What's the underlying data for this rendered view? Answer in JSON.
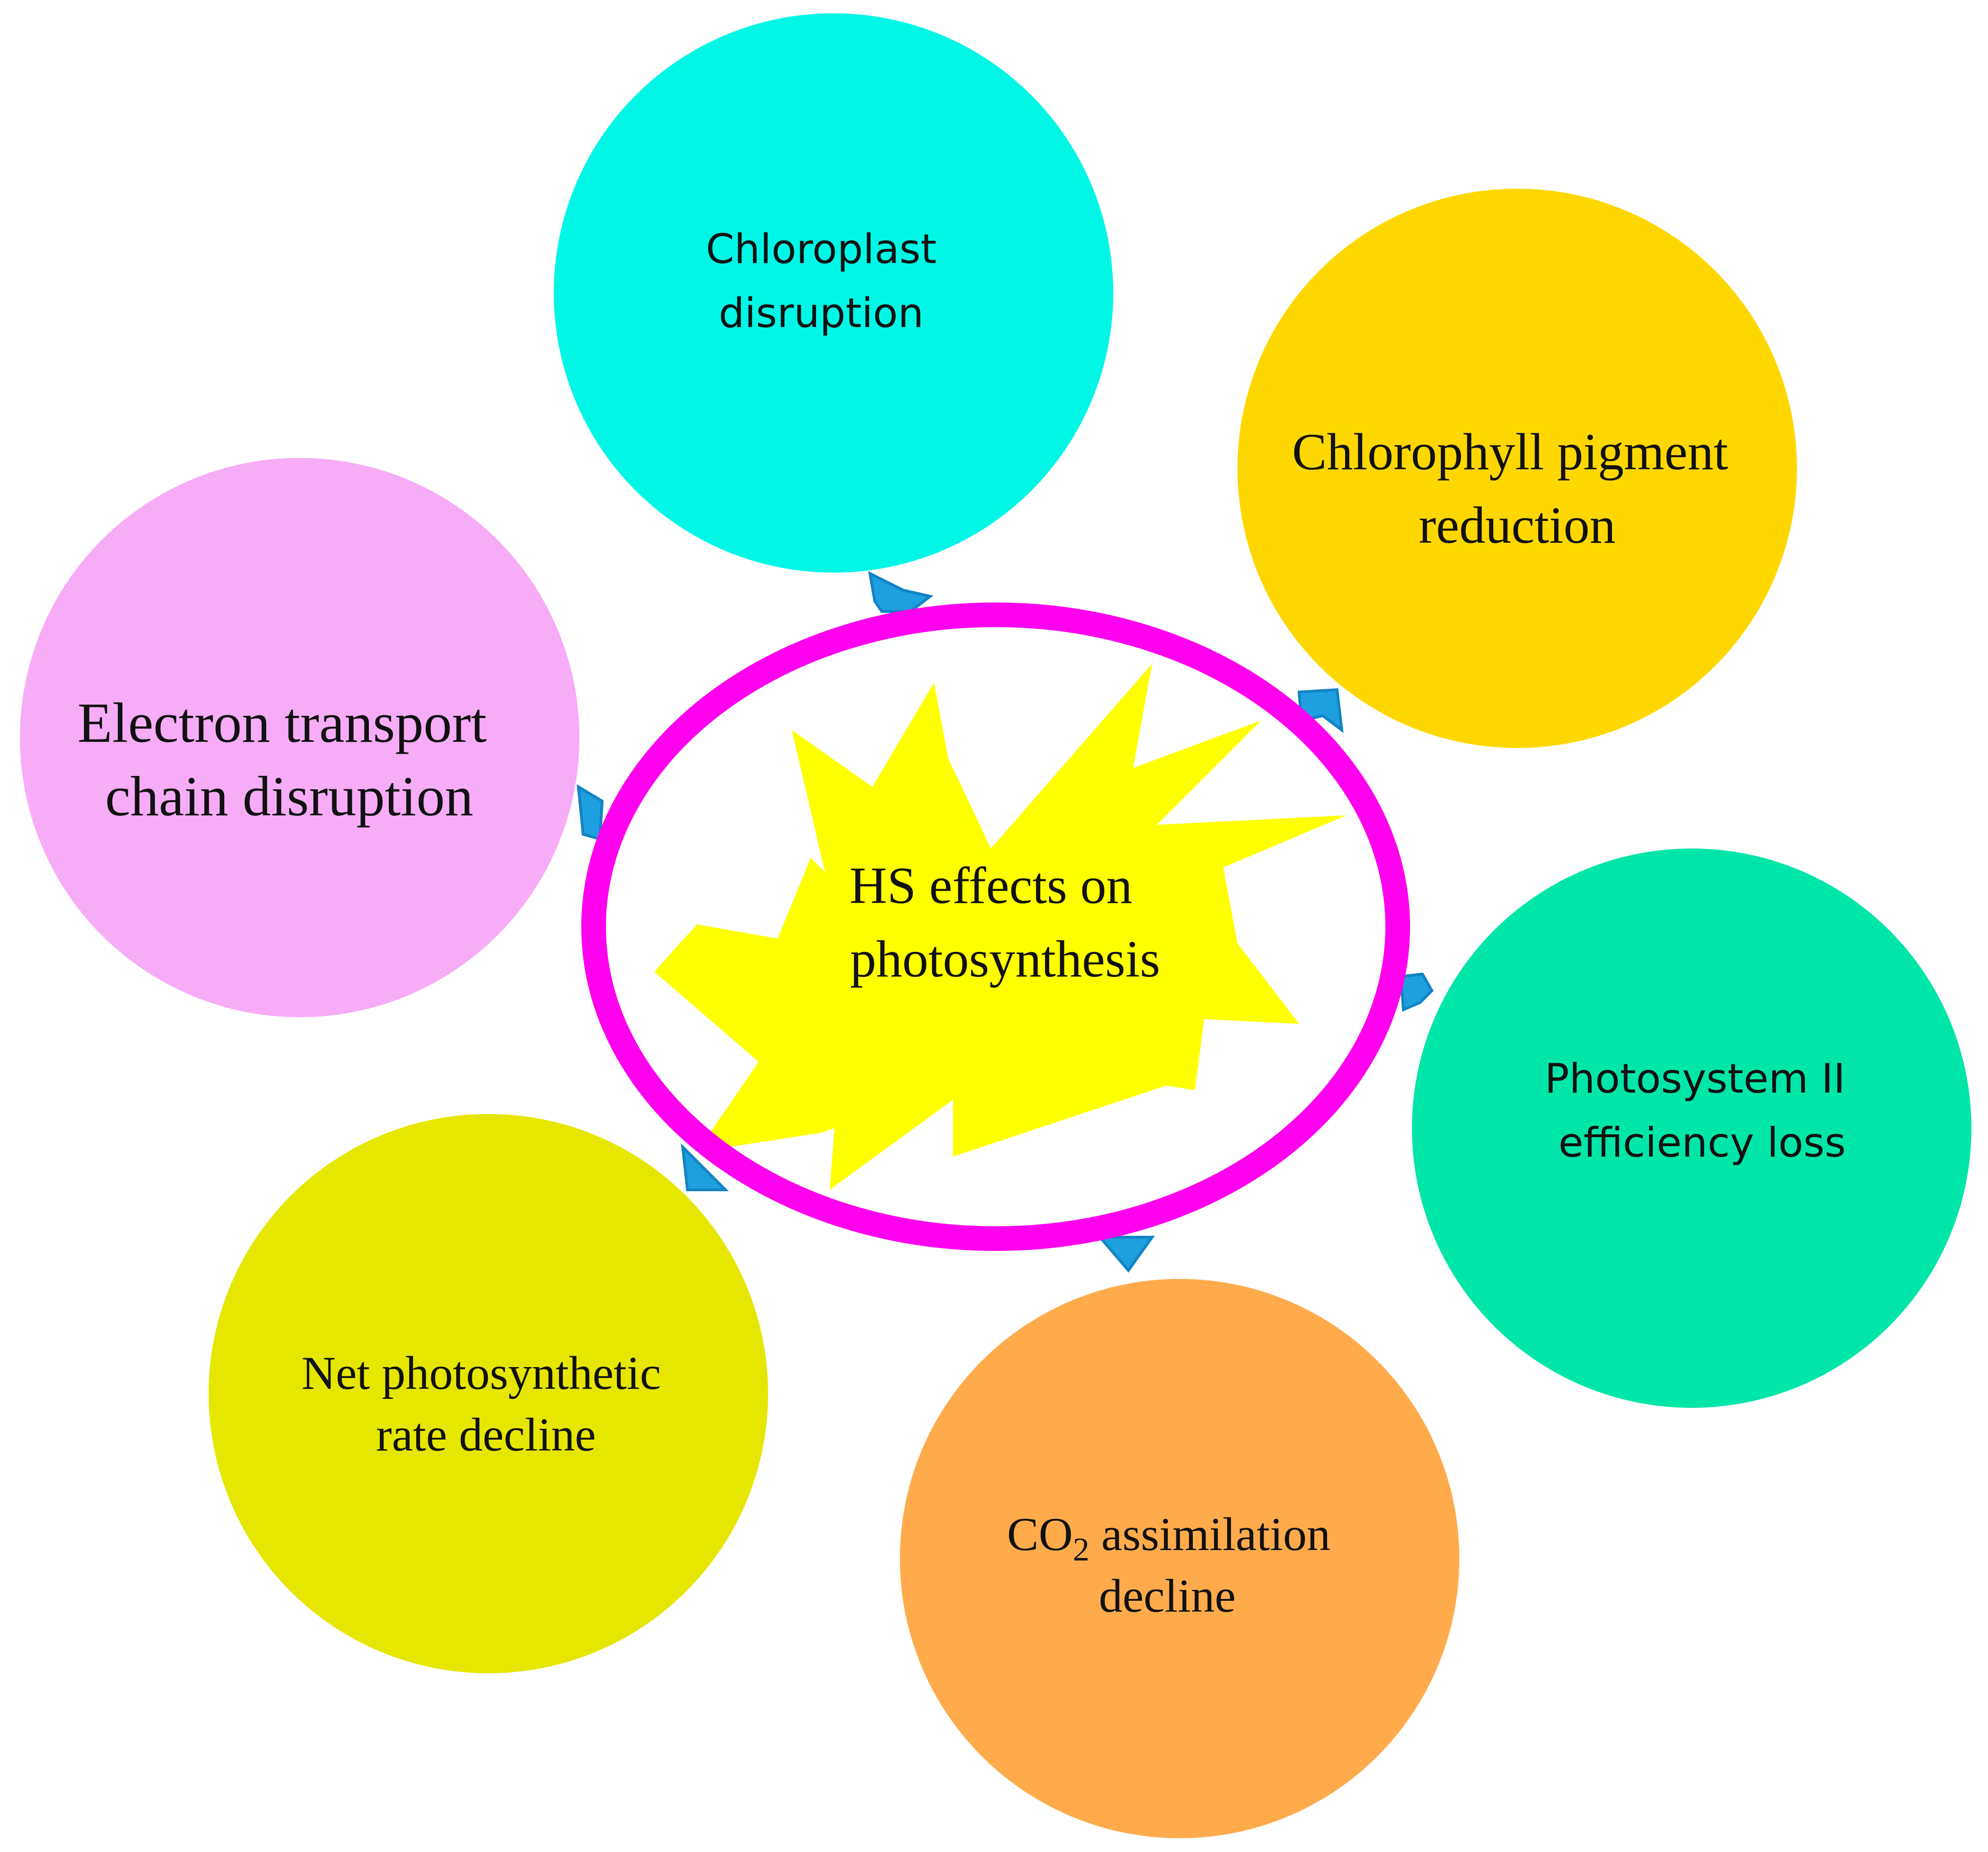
{
  "diagram": {
    "center": {
      "line1": "HS effects on",
      "line2": "photosynthesis",
      "ring_color": "#ff00ee",
      "burst_color": "#ffff00"
    },
    "effects": [
      {
        "id": "chloroplast",
        "line1": "Chloroplast",
        "line2": "disruption",
        "color": "#00f7e6"
      },
      {
        "id": "chlorophyll",
        "line1": "Chlorophyll pigment",
        "line2": "reduction",
        "color": "#ffd700"
      },
      {
        "id": "psii",
        "line1": "Photosystem II",
        "line2": "efficiency loss",
        "color": "#00e6a8"
      },
      {
        "id": "co2",
        "line1_main": "CO",
        "line1_sub": "2",
        "line1_rest": " assimilation",
        "line2": "decline",
        "color": "#ffab4c"
      },
      {
        "id": "net",
        "line1": "Net photosynthetic",
        "line2": "rate decline",
        "color": "#e6e600"
      },
      {
        "id": "etc",
        "line1": "Electron transport",
        "line2": "chain disruption",
        "color": "#f7acf7"
      }
    ],
    "arrow_color": "#1ea0e0"
  }
}
